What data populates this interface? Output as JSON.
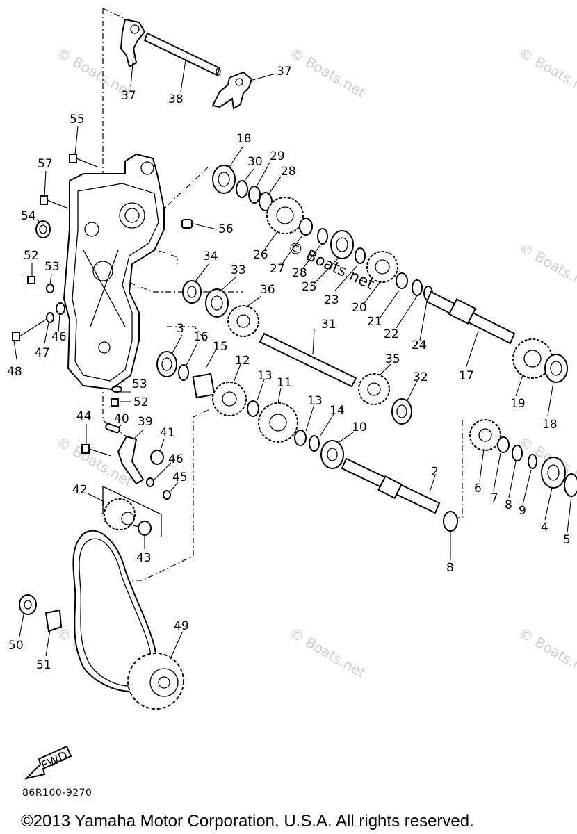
{
  "diagram": {
    "callouts": [
      {
        "id": "c37a",
        "text": "37"
      },
      {
        "id": "c38",
        "text": "38"
      },
      {
        "id": "c37b",
        "text": "37"
      },
      {
        "id": "c55",
        "text": "55"
      },
      {
        "id": "c57",
        "text": "57"
      },
      {
        "id": "c54",
        "text": "54"
      },
      {
        "id": "c52a",
        "text": "52"
      },
      {
        "id": "c53a",
        "text": "53"
      },
      {
        "id": "c48",
        "text": "48"
      },
      {
        "id": "c47",
        "text": "47"
      },
      {
        "id": "c46a",
        "text": "46"
      },
      {
        "id": "c56",
        "text": "56"
      },
      {
        "id": "c18a",
        "text": "18"
      },
      {
        "id": "c30",
        "text": "30"
      },
      {
        "id": "c29",
        "text": "29"
      },
      {
        "id": "c28a",
        "text": "28"
      },
      {
        "id": "c26",
        "text": "26"
      },
      {
        "id": "c27",
        "text": "27"
      },
      {
        "id": "c28b",
        "text": "28"
      },
      {
        "id": "c25",
        "text": "25"
      },
      {
        "id": "c23",
        "text": "23"
      },
      {
        "id": "c20",
        "text": "20"
      },
      {
        "id": "c21",
        "text": "21"
      },
      {
        "id": "c22",
        "text": "22"
      },
      {
        "id": "c24",
        "text": "24"
      },
      {
        "id": "c17",
        "text": "17"
      },
      {
        "id": "c19",
        "text": "19"
      },
      {
        "id": "c18b",
        "text": "18"
      },
      {
        "id": "c34",
        "text": "34"
      },
      {
        "id": "c33",
        "text": "33"
      },
      {
        "id": "c36",
        "text": "36"
      },
      {
        "id": "c31",
        "text": "31"
      },
      {
        "id": "c3",
        "text": "3"
      },
      {
        "id": "c16",
        "text": "16"
      },
      {
        "id": "c15",
        "text": "15"
      },
      {
        "id": "c12",
        "text": "12"
      },
      {
        "id": "c13a",
        "text": "13"
      },
      {
        "id": "c11",
        "text": "11"
      },
      {
        "id": "c35",
        "text": "35"
      },
      {
        "id": "c32",
        "text": "32"
      },
      {
        "id": "c53b",
        "text": "53"
      },
      {
        "id": "c52b",
        "text": "52"
      },
      {
        "id": "c44",
        "text": "44"
      },
      {
        "id": "c40",
        "text": "40"
      },
      {
        "id": "c39",
        "text": "39"
      },
      {
        "id": "c41",
        "text": "41"
      },
      {
        "id": "c46b",
        "text": "46"
      },
      {
        "id": "c45",
        "text": "45"
      },
      {
        "id": "c13b",
        "text": "13"
      },
      {
        "id": "c14",
        "text": "14"
      },
      {
        "id": "c10",
        "text": "10"
      },
      {
        "id": "c2",
        "text": "2"
      },
      {
        "id": "c6",
        "text": "6"
      },
      {
        "id": "c7",
        "text": "7"
      },
      {
        "id": "c8a",
        "text": "8"
      },
      {
        "id": "c9",
        "text": "9"
      },
      {
        "id": "c4",
        "text": "4"
      },
      {
        "id": "c5",
        "text": "5"
      },
      {
        "id": "c8b",
        "text": "8"
      },
      {
        "id": "c42",
        "text": "42"
      },
      {
        "id": "c43",
        "text": "43"
      },
      {
        "id": "c50",
        "text": "50"
      },
      {
        "id": "c51",
        "text": "51"
      },
      {
        "id": "c49",
        "text": "49"
      }
    ],
    "fwd_label": "FWD",
    "center_watermark": "© Boats.net",
    "watermark": "© Boats.net"
  },
  "drawing_code": "86R100-9270",
  "copyright": "©2013 Yamaha Motor Corporation, U.S.A. All rights reserved."
}
